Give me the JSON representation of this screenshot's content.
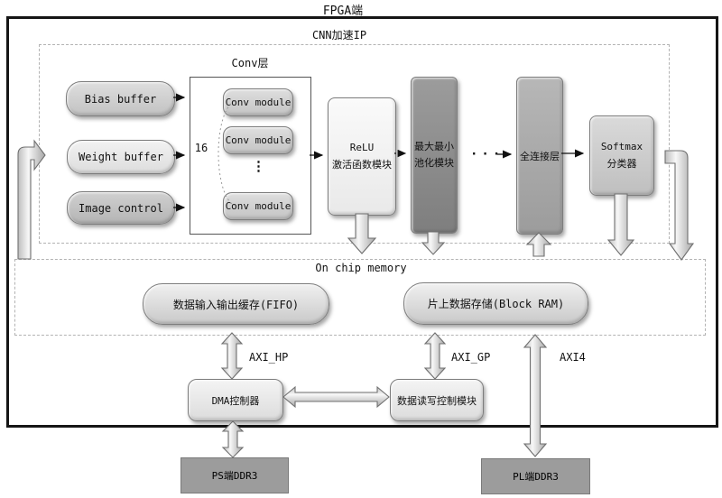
{
  "header": {
    "fpga": "FPGA端",
    "cnn_ip": "CNN加速IP"
  },
  "buffers": {
    "bias": "Bias buffer",
    "weight": "Weight buffer",
    "image": "Image control"
  },
  "conv": {
    "title": "Conv层",
    "count": "16",
    "module": "Conv module",
    "vdots": "⋮"
  },
  "stages": {
    "relu_l1": "ReLU",
    "relu_l2": "激活函数模块",
    "pool_l1": "最大最小",
    "pool_l2": "池化模块",
    "hdots": "···",
    "fc": "全连接层",
    "softmax_l1": "Softmax",
    "softmax_l2": "分类器"
  },
  "memory": {
    "title": "On chip memory",
    "fifo": "数据输入输出缓存(FIFO)",
    "bram": "片上数据存储(Block RAM)"
  },
  "buses": {
    "hp": "AXI_HP",
    "gp": "AXI_GP",
    "axi4": "AXI4"
  },
  "ctrl": {
    "dma": "DMA控制器",
    "rw": "数据读写控制模块"
  },
  "ddr": {
    "ps": "PS端DDR3",
    "pl": "PL端DDR3"
  },
  "colors": {
    "outline": "#151515",
    "dashed": "#b3b3b3",
    "arrow_stroke": "#6f6f6f",
    "dark_box": "#8f8f8f",
    "ddr_fill": "#9c9c9c"
  }
}
